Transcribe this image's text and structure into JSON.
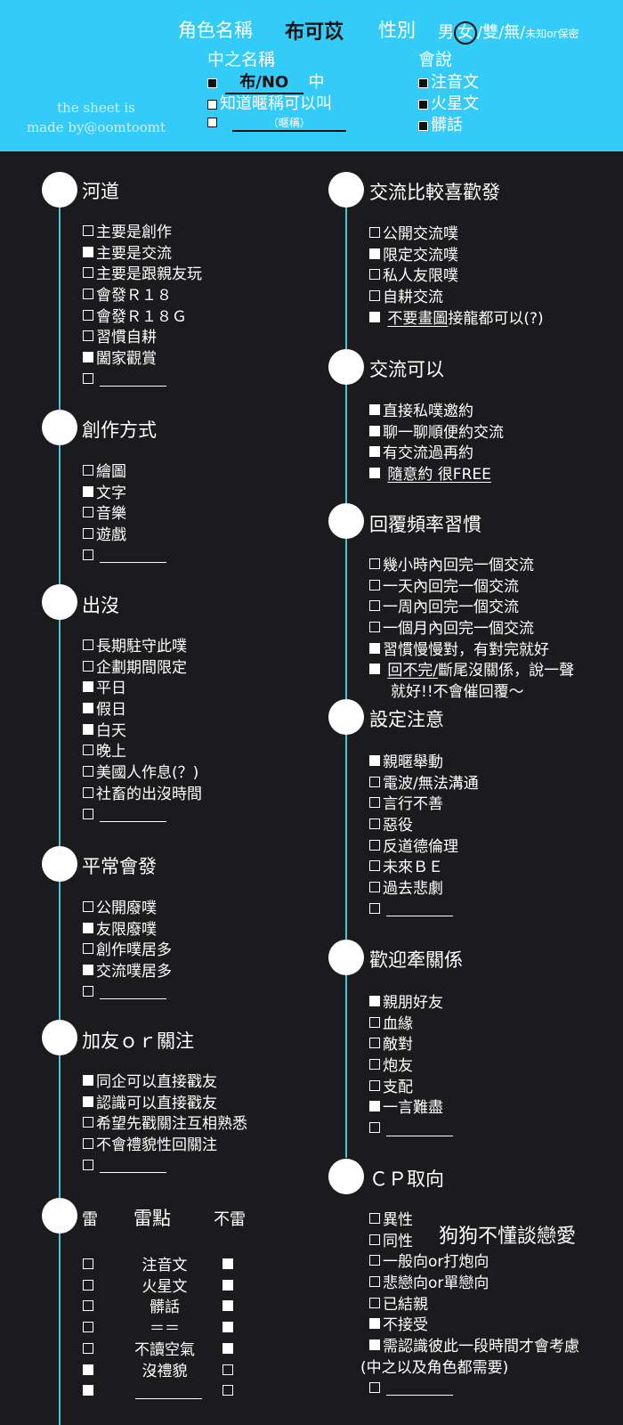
{
  "header": {
    "role_name_label": "角色名稱",
    "role_name_value": "布可苡",
    "gender_label": "性別",
    "gender_male": "男",
    "gender_female": "女",
    "gender_rest": "/雙/無/",
    "gender_unknown": "未知or保密",
    "nakanohito_label": "中之名稱",
    "nakanohito_value": "布/NO",
    "nakanohito_suffix": "中",
    "nick_option": "知道暱稱可以叫",
    "nick_placeholder": "（暱稱）",
    "speak_label": "會說",
    "speak_items": [
      "注音文",
      "火星文",
      "髒話"
    ],
    "credit_line1": "the sheet is",
    "credit_line2": "made by@oomtoomt"
  },
  "sections": {
    "s1": {
      "title": "河道",
      "items": [
        {
          "text": "主要是創作",
          "checked": false
        },
        {
          "text": "主要是交流",
          "checked": true
        },
        {
          "text": "主要是跟親友玩",
          "checked": false
        },
        {
          "text": "會發Ｒ１８",
          "checked": false
        },
        {
          "text": "會發Ｒ１８Ｇ",
          "checked": false
        },
        {
          "text": "習慣自耕",
          "checked": false
        },
        {
          "text": "闔家觀賞",
          "checked": true
        }
      ]
    },
    "s2": {
      "title": "創作方式",
      "items": [
        {
          "text": "繪圖",
          "checked": false
        },
        {
          "text": "文字",
          "checked": true
        },
        {
          "text": "音樂",
          "checked": false
        },
        {
          "text": "遊戲",
          "checked": false
        }
      ]
    },
    "s3": {
      "title": "出沒",
      "items": [
        {
          "text": "長期駐守此噗",
          "checked": false
        },
        {
          "text": "企劃期間限定",
          "checked": false
        },
        {
          "text": "平日",
          "checked": true
        },
        {
          "text": "假日",
          "checked": true
        },
        {
          "text": "白天",
          "checked": true
        },
        {
          "text": "晚上",
          "checked": false
        },
        {
          "text": "美國人作息(？)",
          "checked": false
        },
        {
          "text": "社畜的出沒時間",
          "checked": false
        }
      ]
    },
    "s4": {
      "title": "平常會發",
      "items": [
        {
          "text": "公開廢噗",
          "checked": false
        },
        {
          "text": "友限廢噗",
          "checked": true
        },
        {
          "text": "創作噗居多",
          "checked": false
        },
        {
          "text": "交流噗居多",
          "checked": true
        }
      ]
    },
    "s5": {
      "title": "加友ｏｒ關注",
      "items": [
        {
          "text": "同企可以直接戳友",
          "checked": true
        },
        {
          "text": "認識可以直接戳友",
          "checked": true
        },
        {
          "text": "希望先戳關注互相熟悉",
          "checked": false
        },
        {
          "text": "不會禮貌性回關注",
          "checked": false
        }
      ]
    },
    "s6": {
      "left_label": "雷",
      "title": "雷點",
      "right_label": "不雷",
      "rows": [
        {
          "text": "注音文",
          "left": false,
          "right": true
        },
        {
          "text": "火星文",
          "left": false,
          "right": true
        },
        {
          "text": "髒話",
          "left": false,
          "right": true
        },
        {
          "text": "＝＝",
          "left": false,
          "right": true
        },
        {
          "text": "不讀空氣",
          "left": false,
          "right": true
        },
        {
          "text": "沒禮貌",
          "left": true,
          "right": false
        }
      ]
    },
    "s7": {
      "title": "交流比較喜歡發",
      "items": [
        {
          "text": "公開交流噗",
          "checked": false
        },
        {
          "text": "限定交流噗",
          "checked": true
        },
        {
          "text": "私人友限噗",
          "checked": false
        },
        {
          "text": "自耕交流",
          "checked": false
        }
      ],
      "extra_under": "不要畫圖",
      "extra_rest": "接龍都可以(?)"
    },
    "s8": {
      "title": "交流可以",
      "items": [
        {
          "text": "直接私噗邀約",
          "checked": true
        },
        {
          "text": "聊一聊順便約交流",
          "checked": true
        },
        {
          "text": "有交流過再約",
          "checked": true
        }
      ],
      "extra": "隨意約 很FREE"
    },
    "s9": {
      "title": "回覆頻率習慣",
      "items": [
        {
          "text": "幾小時內回完一個交流",
          "checked": false
        },
        {
          "text": "一天內回完一個交流",
          "checked": false
        },
        {
          "text": "一周內回完一個交流",
          "checked": false
        },
        {
          "text": "一個月內回完一個交流",
          "checked": false
        },
        {
          "text": "習慣慢慢對，有對完就好",
          "checked": true
        }
      ],
      "extra_under": "回不完/",
      "extra_rest": "斷尾沒關係，說一聲",
      "extra_line2": "就好!!不會催回覆～"
    },
    "s10": {
      "title": "設定注意",
      "items": [
        {
          "text": "親暱舉動",
          "checked": true
        },
        {
          "text": "電波/無法溝通",
          "checked": false
        },
        {
          "text": "言行不善",
          "checked": false
        },
        {
          "text": "惡役",
          "checked": false
        },
        {
          "text": "反道德倫理",
          "checked": false
        },
        {
          "text": "未來ＢＥ",
          "checked": false
        },
        {
          "text": "過去悲劇",
          "checked": false
        }
      ]
    },
    "s11": {
      "title": "歡迎牽關係",
      "items": [
        {
          "text": "親朋好友",
          "checked": true
        },
        {
          "text": "血緣",
          "checked": false
        },
        {
          "text": "敵對",
          "checked": false
        },
        {
          "text": "炮友",
          "checked": false
        },
        {
          "text": "支配",
          "checked": false
        },
        {
          "text": "一言難盡",
          "checked": true
        }
      ]
    },
    "s12": {
      "title": "ＣＰ取向",
      "items": [
        {
          "text": "異性",
          "checked": false
        },
        {
          "text": "同性",
          "checked": false
        },
        {
          "text": "一般向or打炮向",
          "checked": false
        },
        {
          "text": "悲戀向or單戀向",
          "checked": false
        },
        {
          "text": "已結親",
          "checked": false
        },
        {
          "text": "不接受",
          "checked": true
        },
        {
          "text": "需認識彼此一段時間才會考慮",
          "checked": true
        }
      ],
      "note": "(中之以及角色都需要)",
      "side_text": "狗狗不懂談戀愛"
    }
  }
}
